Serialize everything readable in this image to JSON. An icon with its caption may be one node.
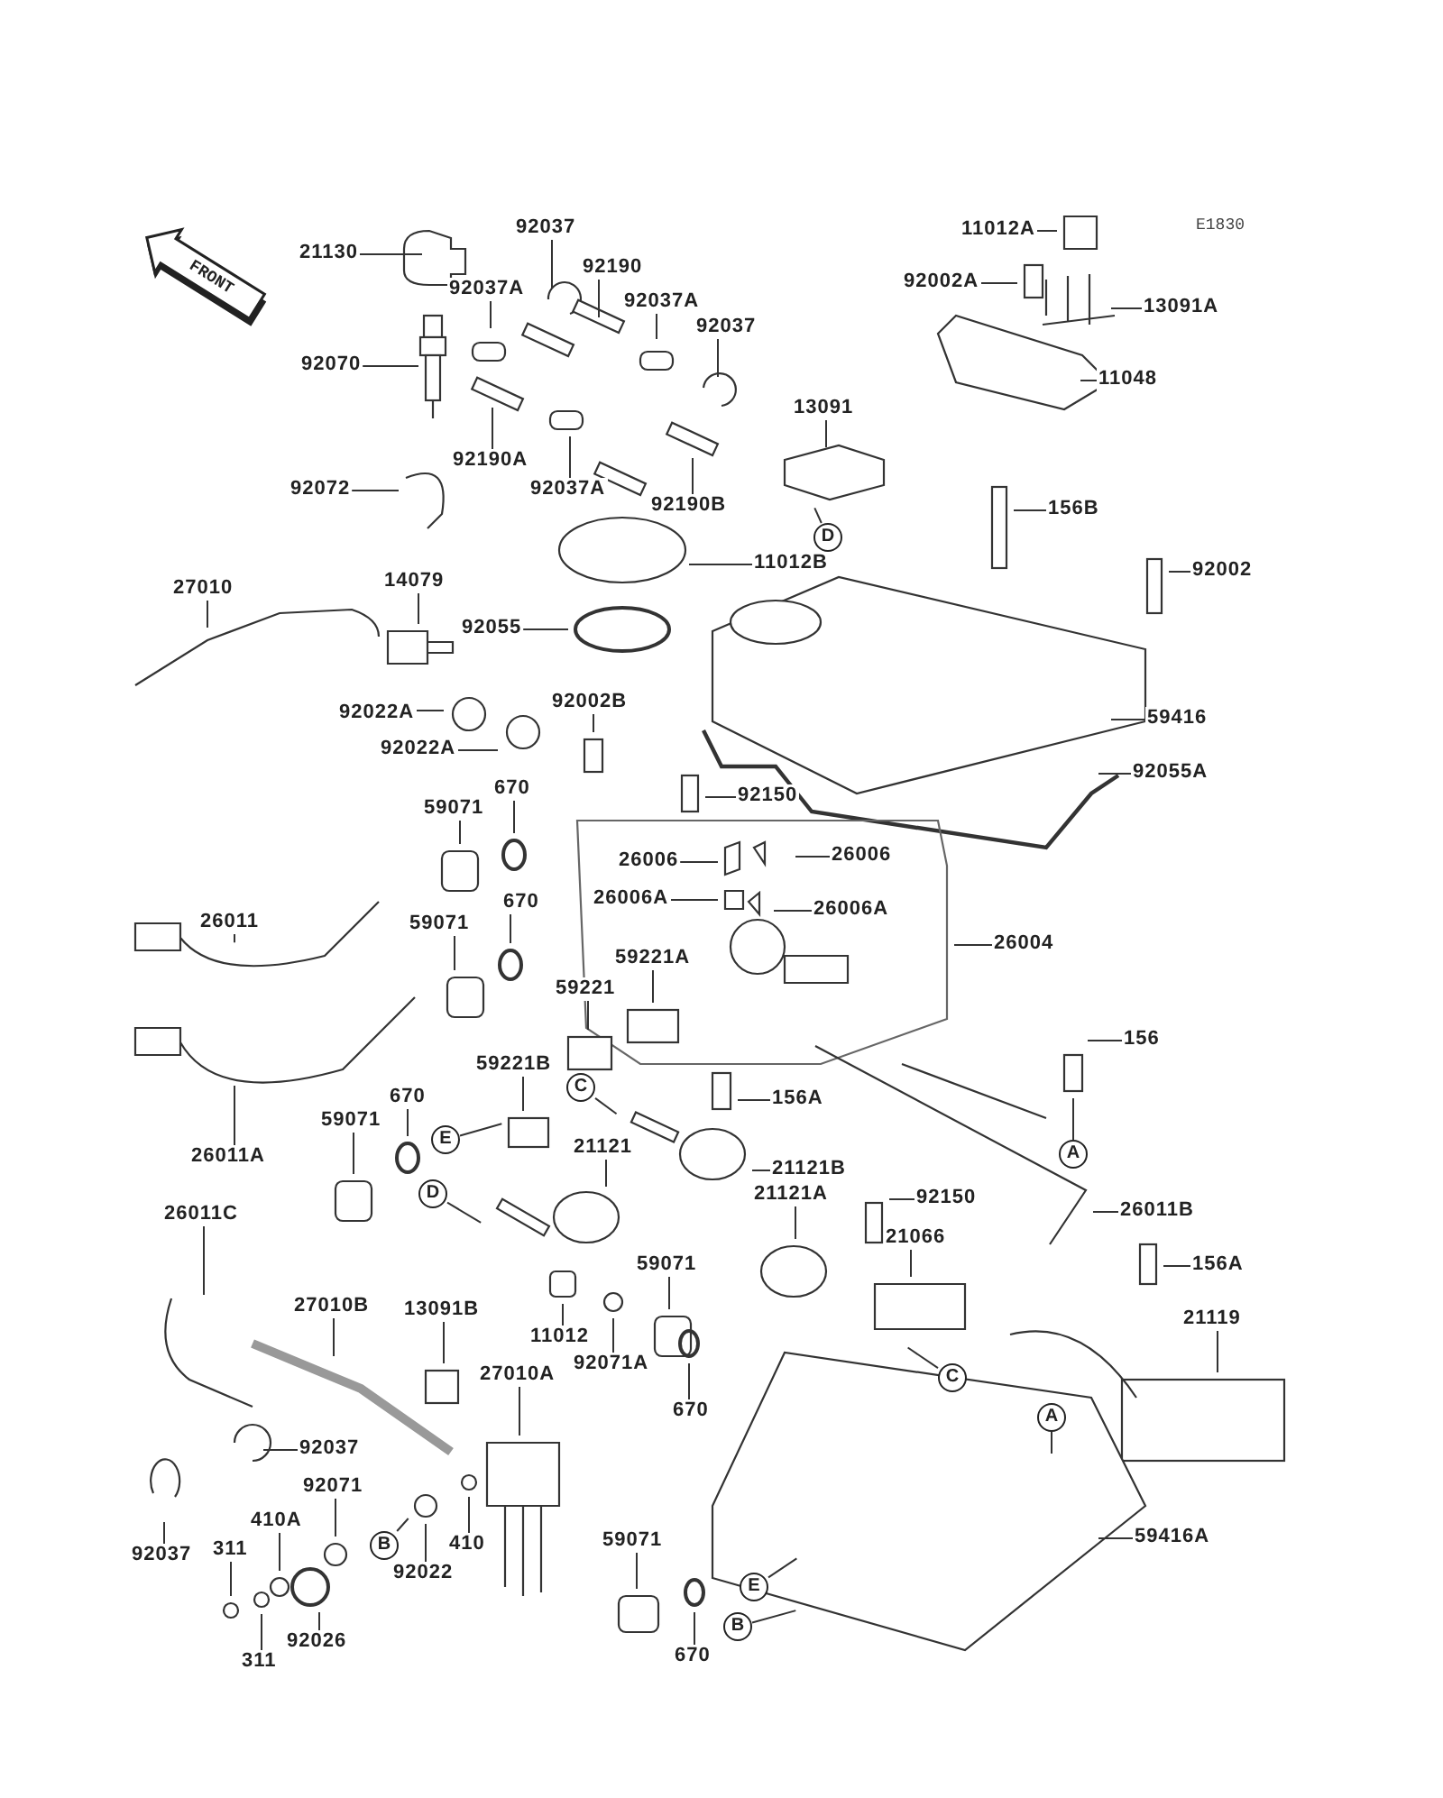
{
  "diagram": {
    "nodes": [
      {
        "text": [
          "21130"
        ]
      },
      {
        "text": [
          "92037"
        ]
      },
      {
        "text": [
          "92190"
        ]
      },
      {
        "text": [
          "92037A"
        ]
      },
      {
        "text": [
          "92037A"
        ]
      },
      {
        "text": [
          "92037"
        ]
      },
      {
        "text": [
          "11012A"
        ]
      },
      {
        "text": [
          "92002A"
        ]
      },
      {
        "text": [
          "13091A"
        ]
      },
      {
        "text": [
          "92070"
        ]
      },
      {
        "text": [
          "11048"
        ]
      },
      {
        "text": [
          "13091"
        ]
      },
      {
        "text": [
          "92190A"
        ]
      },
      {
        "text": [
          "92037A"
        ]
      },
      {
        "text": [
          "92072"
        ]
      },
      {
        "text": [
          "92190B"
        ]
      },
      {
        "text": [
          "156B"
        ]
      },
      {
        "text": [
          "D"
        ]
      },
      {
        "text": [
          "11012B"
        ]
      },
      {
        "text": [
          "92002"
        ]
      },
      {
        "text": [
          "14079"
        ]
      },
      {
        "text": [
          "27010"
        ]
      },
      {
        "text": [
          "92055"
        ]
      },
      {
        "text": [
          "92002B"
        ]
      },
      {
        "text": [
          "92022A"
        ]
      },
      {
        "text": [
          "59416"
        ]
      },
      {
        "text": [
          "92022A"
        ]
      },
      {
        "text": [
          "92055A"
        ]
      },
      {
        "text": [
          "670"
        ]
      },
      {
        "text": [
          "92150"
        ]
      },
      {
        "text": [
          "59071"
        ]
      },
      {
        "text": [
          "26006"
        ]
      },
      {
        "text": [
          "26006"
        ]
      },
      {
        "text": [
          "26006A"
        ]
      },
      {
        "text": [
          "670"
        ]
      },
      {
        "text": [
          "26006A"
        ]
      },
      {
        "text": [
          "26011"
        ]
      },
      {
        "text": [
          "59071"
        ]
      },
      {
        "text": [
          "26004"
        ]
      },
      {
        "text": [
          "59221A"
        ]
      },
      {
        "text": [
          "59221"
        ]
      },
      {
        "text": [
          "156"
        ]
      },
      {
        "text": [
          "59221B"
        ]
      },
      {
        "text": [
          "C"
        ]
      },
      {
        "text": [
          "156A"
        ]
      },
      {
        "text": [
          "670"
        ]
      },
      {
        "text": [
          "59071"
        ]
      },
      {
        "text": [
          "E"
        ]
      },
      {
        "text": [
          "21121"
        ]
      },
      {
        "text": [
          "A"
        ]
      },
      {
        "text": [
          "26011A"
        ]
      },
      {
        "text": [
          "21121B"
        ]
      },
      {
        "text": [
          "D"
        ]
      },
      {
        "text": [
          "21121A"
        ]
      },
      {
        "text": [
          "92150"
        ]
      },
      {
        "text": [
          "26011B"
        ]
      },
      {
        "text": [
          "26011C"
        ]
      },
      {
        "text": [
          "21066"
        ]
      },
      {
        "text": [
          "59071"
        ]
      },
      {
        "text": [
          "156A"
        ]
      },
      {
        "text": [
          "27010B"
        ]
      },
      {
        "text": [
          "13091B"
        ]
      },
      {
        "text": [
          "21119"
        ]
      },
      {
        "text": [
          "11012"
        ]
      },
      {
        "text": [
          "92071A"
        ]
      },
      {
        "text": [
          "27010A"
        ]
      },
      {
        "text": [
          "C"
        ]
      },
      {
        "text": [
          "670"
        ]
      },
      {
        "text": [
          "A"
        ]
      },
      {
        "text": [
          "92037"
        ]
      },
      {
        "text": [
          "92071"
        ]
      },
      {
        "text": [
          "410A"
        ]
      },
      {
        "text": [
          "B"
        ]
      },
      {
        "text": [
          "59416A"
        ]
      },
      {
        "text": [
          "59071"
        ]
      },
      {
        "text": [
          "410"
        ]
      },
      {
        "text": [
          "311"
        ]
      },
      {
        "text": [
          "92037"
        ]
      },
      {
        "text": [
          "92022"
        ]
      },
      {
        "text": [
          "E"
        ]
      },
      {
        "text": [
          "B"
        ]
      },
      {
        "text": [
          "92026"
        ]
      },
      {
        "text": [
          "670"
        ]
      },
      {
        "text": [
          "311"
        ]
      }
    ],
    "edges": [
      {
        "from": 0,
        "to": null,
        "arrow": "none"
      },
      {
        "from": 1,
        "to": null,
        "arrow": "none"
      },
      {
        "from": 2,
        "to": null,
        "arrow": "none"
      },
      {
        "from": 3,
        "to": null,
        "arrow": "none"
      },
      {
        "from": 4,
        "to": null,
        "arrow": "none"
      },
      {
        "from": 5,
        "to": null,
        "arrow": "none"
      },
      {
        "from": 6,
        "to": null,
        "arrow": "none"
      },
      {
        "from": 7,
        "to": null,
        "arrow": "none"
      },
      {
        "from": 8,
        "to": null,
        "arrow": "none"
      },
      {
        "from": 9,
        "to": null,
        "arrow": "none"
      },
      {
        "from": 10,
        "to": null,
        "arrow": "none"
      },
      {
        "from": 11,
        "to": null,
        "arrow": "none"
      },
      {
        "from": 12,
        "to": null,
        "arrow": "none"
      },
      {
        "from": 13,
        "to": null,
        "arrow": "none"
      },
      {
        "from": 14,
        "to": null,
        "arrow": "none"
      },
      {
        "from": 15,
        "to": null,
        "arrow": "none"
      },
      {
        "from": 16,
        "to": null,
        "arrow": "none"
      },
      {
        "from": 17,
        "to": null,
        "arrow": "none"
      },
      {
        "from": 18,
        "to": null,
        "arrow": "none"
      },
      {
        "from": 19,
        "to": null,
        "arrow": "none"
      },
      {
        "from": 20,
        "to": null,
        "arrow": "none"
      },
      {
        "from": 21,
        "to": null,
        "arrow": "none"
      },
      {
        "from": 22,
        "to": null,
        "arrow": "none"
      },
      {
        "from": 23,
        "to": null,
        "arrow": "none"
      },
      {
        "from": 24,
        "to": null,
        "arrow": "none"
      },
      {
        "from": 25,
        "to": null,
        "arrow": "none"
      },
      {
        "from": 26,
        "to": null,
        "arrow": "none"
      },
      {
        "from": 27,
        "to": null,
        "arrow": "none"
      },
      {
        "from": 28,
        "to": null,
        "arrow": "none"
      },
      {
        "from": 29,
        "to": null,
        "arrow": "none"
      },
      {
        "from": 30,
        "to": null,
        "arrow": "none"
      },
      {
        "from": 31,
        "to": null,
        "arrow": "none"
      },
      {
        "from": 32,
        "to": null,
        "arrow": "none"
      },
      {
        "from": 33,
        "to": null,
        "arrow": "none"
      },
      {
        "from": 34,
        "to": null,
        "arrow": "none"
      },
      {
        "from": 35,
        "to": null,
        "arrow": "none"
      },
      {
        "from": 36,
        "to": null,
        "arrow": "none"
      },
      {
        "from": 37,
        "to": null,
        "arrow": "none"
      },
      {
        "from": 38,
        "to": null,
        "arrow": "none"
      },
      {
        "from": 39,
        "to": null,
        "arrow": "none"
      },
      {
        "from": 40,
        "to": null,
        "arrow": "none"
      },
      {
        "from": 41,
        "to": null,
        "arrow": "none"
      },
      {
        "from": 42,
        "to": null,
        "arrow": "none"
      },
      {
        "from": 43,
        "to": null,
        "arrow": "none"
      },
      {
        "from": 44,
        "to": null,
        "arrow": "none"
      },
      {
        "from": 45,
        "to": null,
        "arrow": "none"
      },
      {
        "from": 46,
        "to": null,
        "arrow": "none"
      },
      {
        "from": 47,
        "to": null,
        "arrow": "none"
      },
      {
        "from": 48,
        "to": null,
        "arrow": "none"
      },
      {
        "from": 49,
        "to": null,
        "arrow": "none"
      },
      {
        "from": 50,
        "to": null,
        "arrow": "none"
      },
      {
        "from": 51,
        "to": null,
        "arrow": "none"
      },
      {
        "from": 52,
        "to": null,
        "arrow": "none"
      },
      {
        "from": 53,
        "to": null,
        "arrow": "none"
      },
      {
        "from": 54,
        "to": null,
        "arrow": "none"
      },
      {
        "from": 55,
        "to": null,
        "arrow": "none"
      },
      {
        "from": 56,
        "to": null,
        "arrow": "none"
      },
      {
        "from": 57,
        "to": null,
        "arrow": "none"
      },
      {
        "from": 58,
        "to": null,
        "arrow": "none"
      },
      {
        "from": 59,
        "to": null,
        "arrow": "none"
      },
      {
        "from": 60,
        "to": null,
        "arrow": "none"
      },
      {
        "from": 61,
        "to": null,
        "arrow": "none"
      },
      {
        "from": 62,
        "to": null,
        "arrow": "none"
      },
      {
        "from": 63,
        "to": null,
        "arrow": "none"
      },
      {
        "from": 64,
        "to": null,
        "arrow": "none"
      },
      {
        "from": 65,
        "to": null,
        "arrow": "none"
      },
      {
        "from": 66,
        "to": null,
        "arrow": "none"
      },
      {
        "from": 67,
        "to": null,
        "arrow": "none"
      },
      {
        "from": 68,
        "to": null,
        "arrow": "none"
      },
      {
        "from": 69,
        "to": null,
        "arrow": "none"
      },
      {
        "from": 70,
        "to": null,
        "arrow": "none"
      },
      {
        "from": 71,
        "to": null,
        "arrow": "none"
      },
      {
        "from": 72,
        "to": null,
        "arrow": "none"
      },
      {
        "from": 73,
        "to": null,
        "arrow": "none"
      },
      {
        "from": 74,
        "to": null,
        "arrow": "none"
      },
      {
        "from": 75,
        "to": null,
        "arrow": "none"
      },
      {
        "from": 76,
        "to": null,
        "arrow": "none"
      },
      {
        "from": 77,
        "to": null,
        "arrow": "none"
      },
      {
        "from": 78,
        "to": null,
        "arrow": "none"
      },
      {
        "from": 79,
        "to": null,
        "arrow": "none"
      },
      {
        "from": 80,
        "to": null,
        "arrow": "none"
      },
      {
        "from": 81,
        "to": null,
        "arrow": "none"
      },
      {
        "from": 82,
        "to": null,
        "arrow": "none"
      },
      {
        "from": 83,
        "to": null,
        "arrow": "none"
      }
    ],
    "labels": [
      "FRONT",
      "E1830"
    ]
  }
}
